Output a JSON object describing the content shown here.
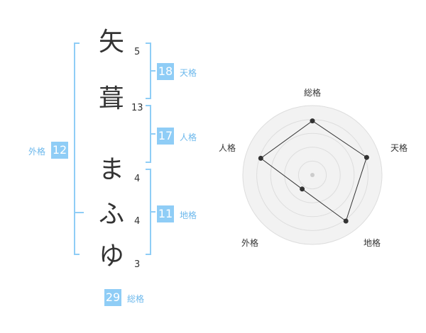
{
  "chars": [
    {
      "char": "矢",
      "strokes": "5"
    },
    {
      "char": "葺",
      "strokes": "13"
    },
    {
      "char": "ま",
      "strokes": "4"
    },
    {
      "char": "ふ",
      "strokes": "4"
    },
    {
      "char": "ゆ",
      "strokes": "3"
    }
  ],
  "fortunes": {
    "tenkaku": {
      "value": "18",
      "label": "天格"
    },
    "jinkaku": {
      "value": "17",
      "label": "人格"
    },
    "chikaku": {
      "value": "11",
      "label": "地格"
    },
    "gaikaku": {
      "value": "12",
      "label": "外格"
    },
    "soukaku": {
      "value": "29",
      "label": "総格"
    }
  },
  "chart_data": {
    "type": "radar",
    "axes": [
      "総格",
      "天格",
      "地格",
      "外格",
      "人格"
    ],
    "values": [
      0.78,
      0.82,
      0.82,
      0.25,
      0.78
    ],
    "max": 1,
    "rings": 5,
    "colors": {
      "fill": "#f2f2f2",
      "ring": "#dddddd",
      "line": "#333333",
      "point": "#333333",
      "center": "#cccccc"
    }
  },
  "colors": {
    "accent": "#8fcdf6",
    "label": "#6cb8ec",
    "text": "#333333"
  }
}
